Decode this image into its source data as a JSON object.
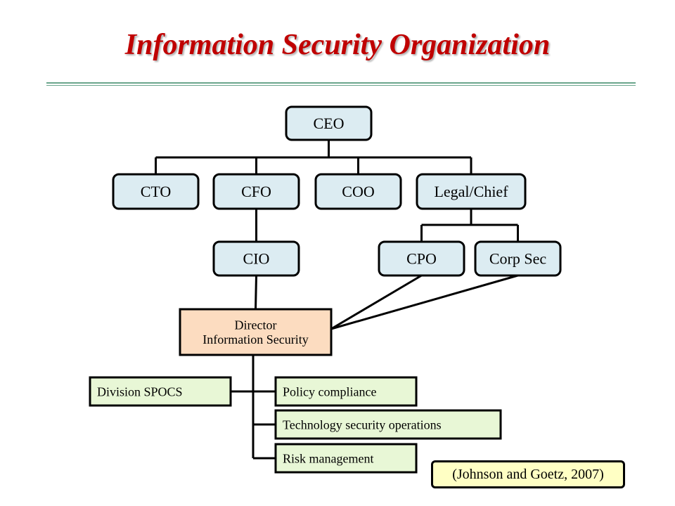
{
  "slide": {
    "title": "Information Security Organization",
    "citation": "(Johnson and Goetz, 2007)"
  },
  "colors": {
    "title": "#c00000",
    "rule": "#6aa58c",
    "executive_fill": "#dcecf2",
    "director_fill": "#fcdcc0",
    "function_fill": "#e8f7d6",
    "citation_fill": "#ffffc4"
  },
  "org_chart": {
    "nodes": [
      {
        "id": "ceo",
        "lines": [
          "CEO"
        ],
        "tier": "executive"
      },
      {
        "id": "cto",
        "lines": [
          "CTO"
        ],
        "tier": "executive"
      },
      {
        "id": "cfo",
        "lines": [
          "CFO"
        ],
        "tier": "executive"
      },
      {
        "id": "coo",
        "lines": [
          "COO"
        ],
        "tier": "executive"
      },
      {
        "id": "legal-chief",
        "lines": [
          "Legal/Chief"
        ],
        "tier": "executive"
      },
      {
        "id": "cio",
        "lines": [
          "CIO"
        ],
        "tier": "executive"
      },
      {
        "id": "cpo",
        "lines": [
          "CPO"
        ],
        "tier": "executive"
      },
      {
        "id": "corp-sec",
        "lines": [
          "Corp Sec"
        ],
        "tier": "executive"
      },
      {
        "id": "director-infosec",
        "lines": [
          "Director",
          "Information Security"
        ],
        "tier": "director"
      },
      {
        "id": "division-spocs",
        "lines": [
          "Division SPOCS"
        ],
        "tier": "function"
      },
      {
        "id": "policy-compliance",
        "lines": [
          "Policy compliance"
        ],
        "tier": "function"
      },
      {
        "id": "tech-security-ops",
        "lines": [
          "Technology security operations"
        ],
        "tier": "function"
      },
      {
        "id": "risk-management",
        "lines": [
          "Risk management"
        ],
        "tier": "function"
      }
    ],
    "reports_to": [
      {
        "from": "cto",
        "to": "ceo"
      },
      {
        "from": "cfo",
        "to": "ceo"
      },
      {
        "from": "coo",
        "to": "ceo"
      },
      {
        "from": "legal-chief",
        "to": "ceo"
      },
      {
        "from": "cio",
        "to": "cfo"
      },
      {
        "from": "cpo",
        "to": "legal-chief"
      },
      {
        "from": "corp-sec",
        "to": "legal-chief"
      },
      {
        "from": "director-infosec",
        "to": "cio"
      },
      {
        "from": "division-spocs",
        "to": "director-infosec"
      },
      {
        "from": "policy-compliance",
        "to": "director-infosec"
      },
      {
        "from": "tech-security-ops",
        "to": "director-infosec"
      },
      {
        "from": "risk-management",
        "to": "director-infosec"
      }
    ],
    "dotted_links": [
      {
        "from": "director-infosec",
        "to": "cpo"
      },
      {
        "from": "director-infosec",
        "to": "corp-sec"
      }
    ]
  }
}
